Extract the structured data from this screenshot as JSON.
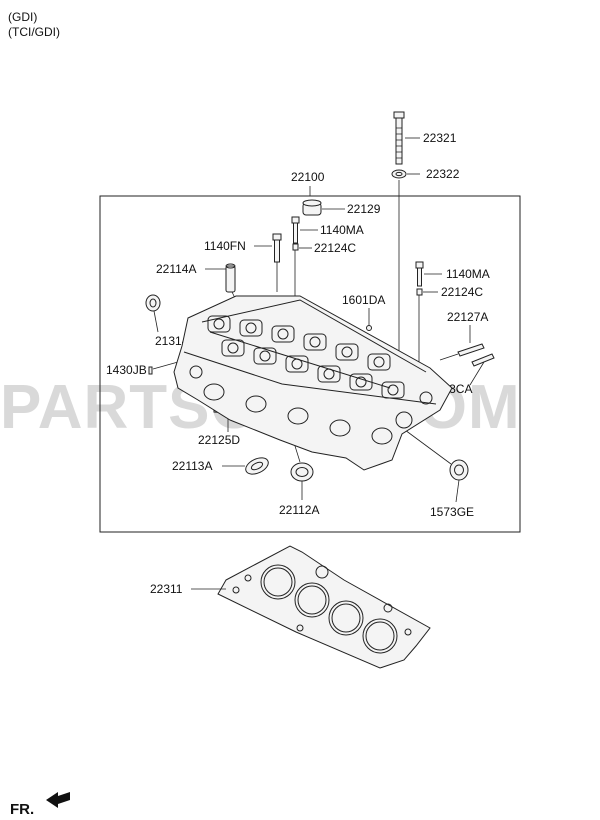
{
  "header": {
    "line1": "(GDI)",
    "line2": "(TCI/GDI)"
  },
  "watermark": "PARTSOUQ.COM",
  "direction_label": "FR.",
  "callouts": {
    "c22321": "22321",
    "c22322": "22322",
    "c22100": "22100",
    "c22129": "22129",
    "c1140MA_a": "1140MA",
    "c1140FN": "1140FN",
    "c22124C_a": "22124C",
    "c22114A": "22114A",
    "c1140MA_b": "1140MA",
    "c22124C_b": "22124C",
    "c1601DA": "1601DA",
    "c21314A": "21314A",
    "c22127A": "22127A",
    "c1430JB": "1430JB",
    "c1153CA": "1153CA",
    "c22125D": "22125D",
    "c22113A": "22113A",
    "c22112A": "22112A",
    "c1573GE": "1573GE",
    "c22311": "22311"
  }
}
